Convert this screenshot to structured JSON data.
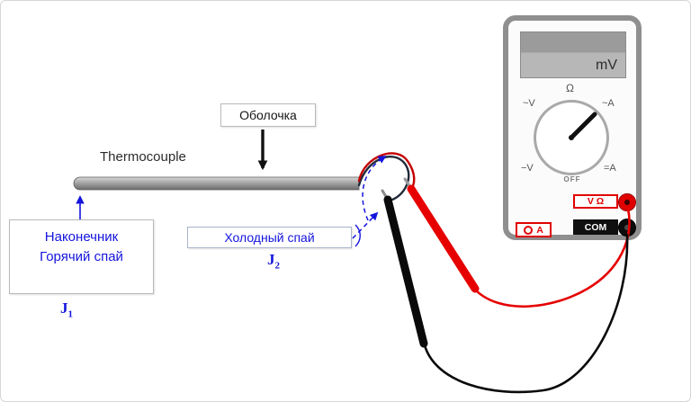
{
  "diagram": {
    "thermocouple_label": "Thermocouple",
    "sheath_label": "Оболочка",
    "tip_label_line1": "Наконечник",
    "tip_label_line2": "Горячий спай",
    "hot_junction_symbol": "J",
    "hot_junction_sub": "1",
    "cold_junction_label": "Холодный спай",
    "cold_junction_symbol": "J",
    "cold_junction_sub": "2"
  },
  "multimeter": {
    "display_value": "mV",
    "off_label": "OFF",
    "dial": {
      "top": "Ω",
      "top_left": "~V",
      "top_right": "~A",
      "bottom_left": "−V",
      "bottom_right": "=A"
    },
    "terminals": {
      "volt_ohm_label": "V Ω",
      "com_label": "COM",
      "current_label": "A"
    }
  },
  "colors": {
    "accent_blue": "#1414dd",
    "probe_red": "#e60000",
    "probe_black": "#0a0a0a",
    "meter_border": "#8f8f8f"
  }
}
